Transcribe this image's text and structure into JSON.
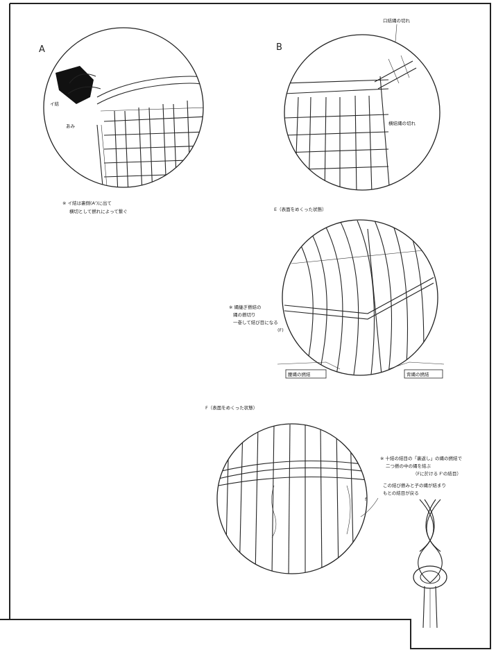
{
  "panels": {
    "A": {
      "label": "A",
      "side_label_1": "イ結",
      "side_label_2": "あみ",
      "note_line_1": "※ イ結は裏側(A')に出て",
      "note_line_2": "横切として撚れによって繋ぐ"
    },
    "B": {
      "label": "B",
      "callout_top": "口結縄の切れ",
      "callout_mid": "横結縄の切れ"
    },
    "E": {
      "caption": "E（表面をめくった状態）",
      "note_line_1": "※ 縄継ぎ撚結の",
      "note_line_2": "縄の撚切り",
      "note_line_3": "一巻して結び目になる",
      "note_line_4": "(F)",
      "bottom_left": "腰縄の撚結",
      "bottom_right": "背縄の撚結"
    },
    "F": {
      "caption": "F（表面をめくった状態）",
      "letter": "f",
      "note_line_1": "※ 十結の結目の「裏返し」の縄の撚結で",
      "note_line_2": "二つ撚の中の縄を結ぶ",
      "note_line_3": "（Fに於ける F'の結目）",
      "note_line_4": "この結び撚みと子の縄が結まり",
      "note_line_5": "もとの結目が戻る"
    }
  }
}
